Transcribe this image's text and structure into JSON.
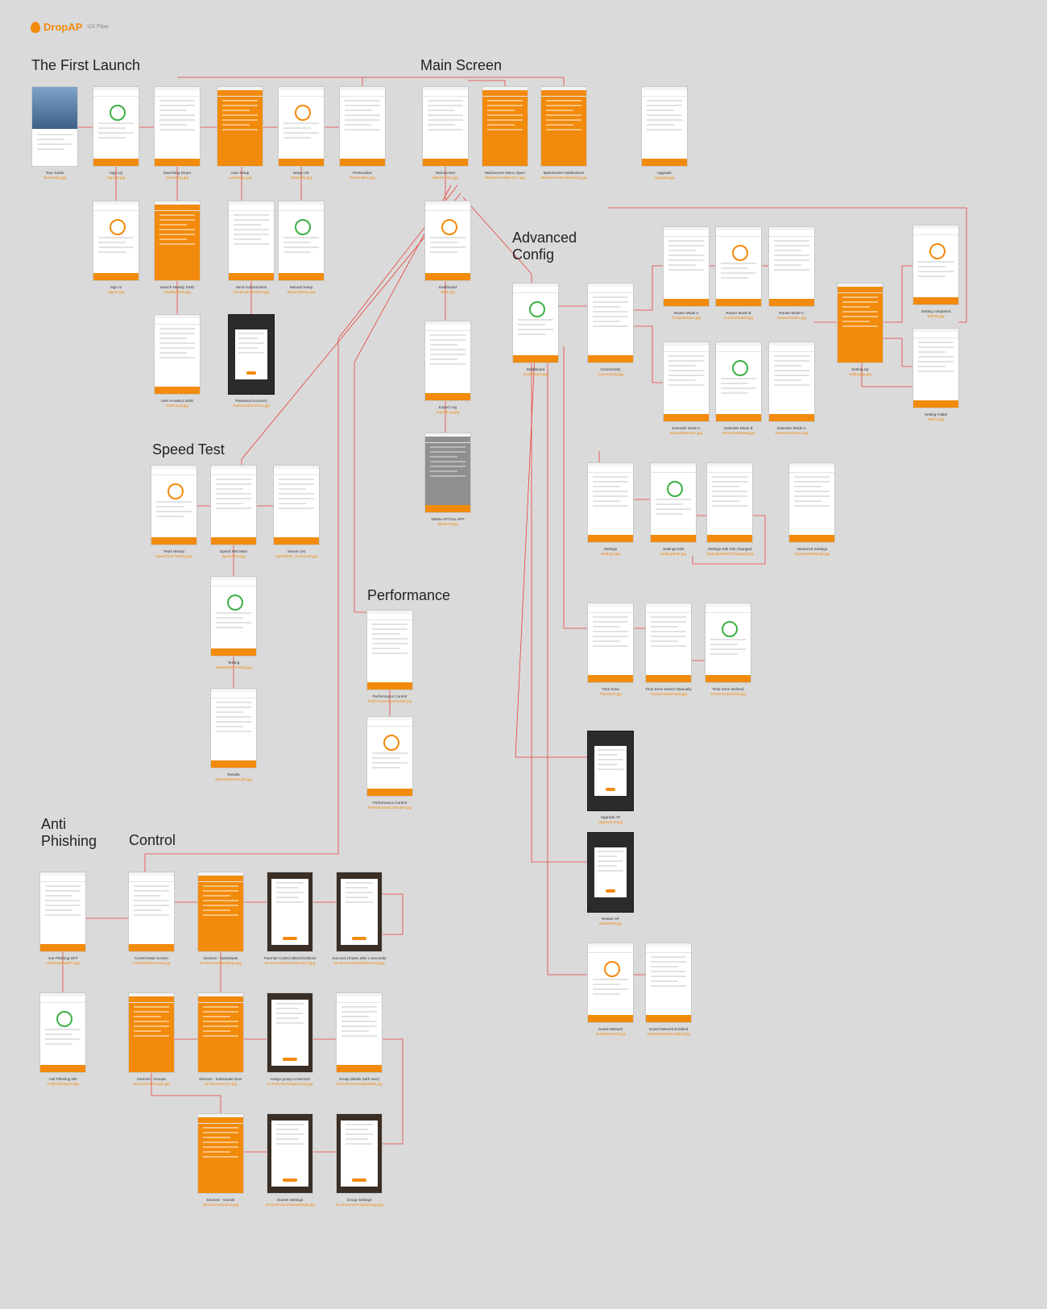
{
  "brand": {
    "logo": "DropAP",
    "subtitle": "UX Flow"
  },
  "sections": [
    {
      "id": "first-launch",
      "title": "The First Launch"
    },
    {
      "id": "main-screen",
      "title": "Main Screen"
    },
    {
      "id": "advanced-config",
      "title": "Advanced\nConfig"
    },
    {
      "id": "speed-test",
      "title": "Speed Test"
    },
    {
      "id": "performance",
      "title": "Performance"
    },
    {
      "id": "anti-phishing",
      "title": "Anti\nPhishing"
    },
    {
      "id": "control",
      "title": "Control"
    }
  ],
  "screens": [
    {
      "title": "Tour Guide",
      "file": "TourGuide.jpg",
      "style": "photo"
    },
    {
      "title": "Sign Up",
      "file": "SignUp.jpg",
      "style": "white"
    },
    {
      "title": "Searching DropA",
      "file": "Searching.jpg",
      "style": "white"
    },
    {
      "title": "Auto Setup",
      "file": "AutoSetup.jpg",
      "style": "orange"
    },
    {
      "title": "Setup OK",
      "file": "SetupOK.jpg",
      "style": "white"
    },
    {
      "title": "Personalize",
      "file": "Personalize.jpg",
      "style": "white"
    },
    {
      "title": "MainScreen",
      "file": "MainScreen.jpg",
      "style": "white"
    },
    {
      "title": "MainScreen Menu Open",
      "file": "MainScreenMenuOn.jpg",
      "style": "orange"
    },
    {
      "title": "MainScreen Notifications",
      "file": "MainScreenNotifications.jpg",
      "style": "orange"
    },
    {
      "title": "Upgrade",
      "file": "Upgrade.jpg",
      "style": "white"
    },
    {
      "title": "Sign In",
      "file": "SignIn.jpg",
      "style": "white"
    },
    {
      "title": "Search Nearby SSID",
      "file": "NearbySSID.jpg",
      "style": "orange"
    },
    {
      "title": "Send Authorization",
      "file": "SendAuthorization.jpg",
      "style": "white"
    },
    {
      "title": "Manual Setup",
      "file": "ManualSetup.jpg",
      "style": "white"
    },
    {
      "title": "Alert re-select SSID",
      "file": "NotFound.jpg",
      "style": "white"
    },
    {
      "title": "Password Incorrect",
      "file": "PasswordIncorrect.jpg",
      "style": "dark"
    },
    {
      "title": "Dashboard",
      "file": "dash.jpg",
      "style": "white"
    },
    {
      "title": "Export Log",
      "file": "ExportLog.jpg",
      "style": "white"
    },
    {
      "title": "Delete AP from APP",
      "file": "deleteAP.jpg",
      "style": "grey"
    },
    {
      "title": "Dashboard",
      "file": "Dashboard.jpg",
      "style": "white"
    },
    {
      "title": "Connectivity",
      "file": "Connectivity.jpg",
      "style": "white"
    },
    {
      "title": "Router Mode A",
      "file": "RouterModeA.jpg",
      "style": "white"
    },
    {
      "title": "Router Mode B",
      "file": "RouterModeB.jpg",
      "style": "white"
    },
    {
      "title": "Router Mode C",
      "file": "RouterModeC.jpg",
      "style": "white"
    },
    {
      "title": "Extender Mode A",
      "file": "ExtenderModeA.jpg",
      "style": "white"
    },
    {
      "title": "Extender Mode B",
      "file": "ExtenderModeB.jpg",
      "style": "white"
    },
    {
      "title": "Extender Mode C",
      "file": "ExtenderModeC.jpg",
      "style": "white"
    },
    {
      "title": "Setting Up",
      "file": "SettingUp.jpg",
      "style": "orange"
    },
    {
      "title": "Setting completed",
      "file": "SetOK.jpg",
      "style": "white"
    },
    {
      "title": "Setting Failed",
      "file": "SetNG.jpg",
      "style": "white"
    },
    {
      "title": "Settings",
      "file": "Settings.jpg",
      "style": "white"
    },
    {
      "title": "Settings Edit",
      "file": "SettingsEdit.jpg",
      "style": "white"
    },
    {
      "title": "Settings Edit Info Changed",
      "file": "SettingsEditInfoChanged.jpg",
      "style": "white"
    },
    {
      "title": "Advanced Settings",
      "file": "AdvancedSettings.jpg",
      "style": "white"
    },
    {
      "title": "Tests History",
      "file": "SpeedTest-History.jpg",
      "style": "white"
    },
    {
      "title": "Speed Test Main",
      "file": "SpeedTest.jpg",
      "style": "white"
    },
    {
      "title": "Server List",
      "file": "SpeedTest_ServerList.jpg",
      "style": "white"
    },
    {
      "title": "Testing",
      "file": "SpeedTest-Testing.jpg",
      "style": "white"
    },
    {
      "title": "Results",
      "file": "SpeedTest-Results.jpg",
      "style": "white"
    },
    {
      "title": "Performance Control",
      "file": "PerformanceControlOff.jpg",
      "style": "white"
    },
    {
      "title": "Performance Control",
      "file": "PerformanceControlOn.jpg",
      "style": "white"
    },
    {
      "title": "Time Zone",
      "file": "TimeZone.jpg",
      "style": "white"
    },
    {
      "title": "Time Zone Search Manually",
      "file": "TimeZoneManually.jpg",
      "style": "white"
    },
    {
      "title": "Time Zone Defined",
      "file": "TimeZoneDefined.jpg",
      "style": "white"
    },
    {
      "title": "Upgrade AP",
      "file": "UpgradeAP.jpg",
      "style": "dark"
    },
    {
      "title": "Restart AP",
      "file": "RestartAP.jpg",
      "style": "dark"
    },
    {
      "title": "Guest Network",
      "file": "GuestNetwork.jpg",
      "style": "white"
    },
    {
      "title": "Guest Network Enabled",
      "file": "GuestNetworkEnabled.jpg",
      "style": "white"
    },
    {
      "title": "Anti Phishing OFF",
      "file": "AntiPhishingOFF.jpg",
      "style": "white"
    },
    {
      "title": "Anti Phishing ON",
      "file": "AntiPhishingON.jpg",
      "style": "white"
    },
    {
      "title": "Control Main Screen",
      "file": "ControlMainScreen.jpg",
      "style": "white"
    },
    {
      "title": "Devices - Individuals",
      "file": "02-DevicesIndividuals.jpg",
      "style": "orange"
    },
    {
      "title": "Parental Control (Block/Unblock",
      "file": "04-DevicesParentalControl.jpg",
      "style": "brown"
    },
    {
      "title": "Success (Fades after 2 seconds)",
      "file": "05-SuccessParentalControl.jpg",
      "style": "brown"
    },
    {
      "title": "Devices - Groups",
      "file": "06-DevicesGroups.jpg",
      "style": "orange"
    },
    {
      "title": "Devices - Individuals Over",
      "file": "03-DevicesOver.jpg",
      "style": "orange"
    },
    {
      "title": "Assign group to Devices",
      "file": "07-DevicesAssignGroup.jpg",
      "style": "brown"
    },
    {
      "title": "Group details (with over)",
      "file": "08-DevicesGroupDetails.jpg",
      "style": "white"
    },
    {
      "title": "Devices - Guests",
      "file": "09-DevicesGuests.jpg",
      "style": "orange"
    },
    {
      "title": "Guests Settings",
      "file": "10-DevicesGuestsSettings.jpg",
      "style": "brown"
    },
    {
      "title": "Group Settings",
      "file": "11-DevicesGroupSettings.jpg",
      "style": "brown"
    }
  ]
}
